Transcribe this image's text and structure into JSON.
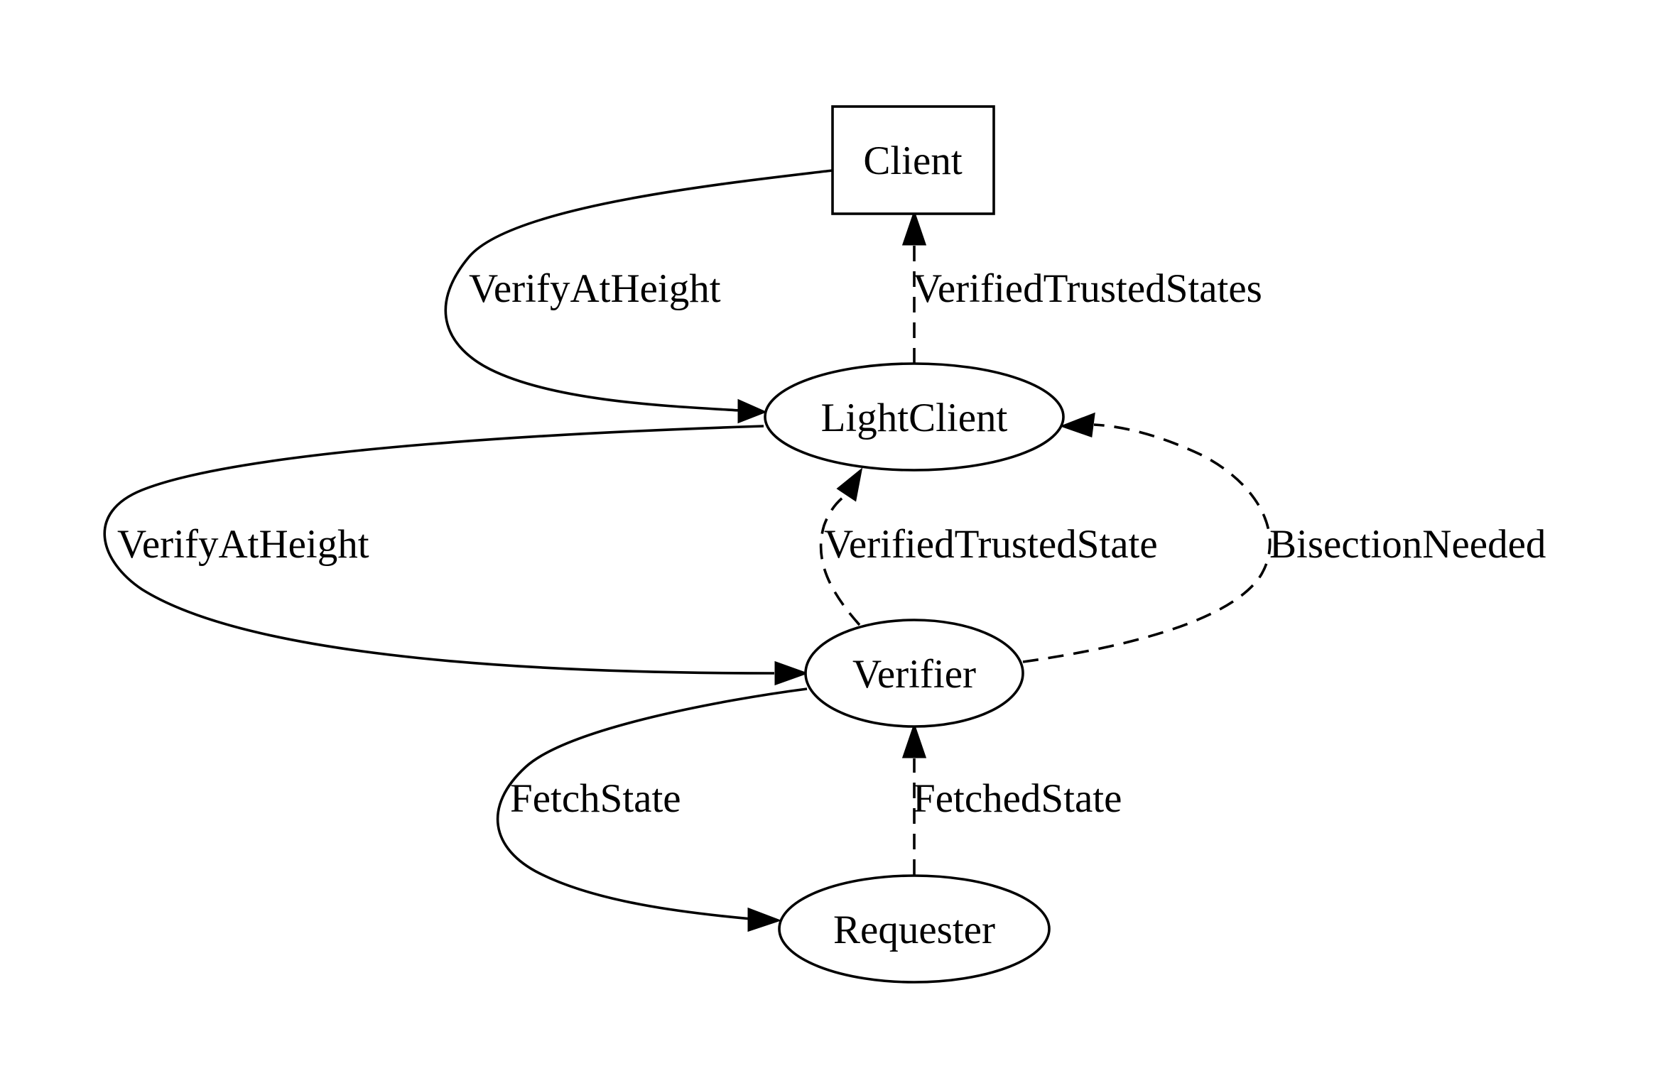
{
  "nodes": {
    "client": {
      "label": "Client",
      "shape": "box"
    },
    "light_client": {
      "label": "LightClient",
      "shape": "ellipse"
    },
    "verifier": {
      "label": "Verifier",
      "shape": "ellipse"
    },
    "requester": {
      "label": "Requester",
      "shape": "ellipse"
    }
  },
  "edges": {
    "client_to_lightclient": {
      "label": "VerifyAtHeight",
      "from": "Client",
      "to": "LightClient",
      "style": "solid"
    },
    "lightclient_to_client": {
      "label": "VerifiedTrustedStates",
      "from": "LightClient",
      "to": "Client",
      "style": "dashed"
    },
    "lightclient_to_verifier": {
      "label": "VerifyAtHeight",
      "from": "LightClient",
      "to": "Verifier",
      "style": "solid"
    },
    "verifier_to_lightclient_trusted": {
      "label": "VerifiedTrustedState",
      "from": "Verifier",
      "to": "LightClient",
      "style": "dashed"
    },
    "verifier_to_lightclient_bisection": {
      "label": "BisectionNeeded",
      "from": "Verifier",
      "to": "LightClient",
      "style": "dashed"
    },
    "verifier_to_requester": {
      "label": "FetchState",
      "from": "Verifier",
      "to": "Requester",
      "style": "solid"
    },
    "requester_to_verifier": {
      "label": "FetchedState",
      "from": "Requester",
      "to": "Verifier",
      "style": "dashed"
    }
  },
  "colors": {
    "stroke": "#000000",
    "background": "#ffffff"
  }
}
